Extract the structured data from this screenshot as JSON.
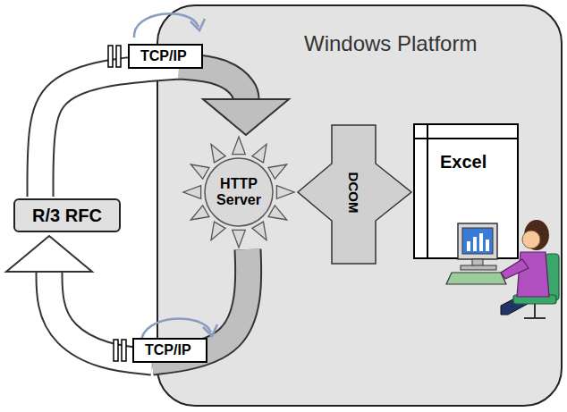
{
  "diagram": {
    "nodes": [
      {
        "text": [
          "R/3 RFC"
        ]
      },
      {
        "text": [
          "Windows Platform"
        ]
      },
      {
        "text": [
          "HTTP Server"
        ],
        "in": 1
      },
      {
        "text": [
          "Excel"
        ],
        "in": 1
      }
    ],
    "edges": [
      {
        "from": 0,
        "to": 2,
        "label": "TCP/IP",
        "arrow": "to"
      },
      {
        "from": 2,
        "to": 0,
        "label": "TCP/IP",
        "arrow": "to"
      },
      {
        "from": 2,
        "to": 3,
        "label": "DCOM",
        "arrow": "both"
      }
    ]
  }
}
